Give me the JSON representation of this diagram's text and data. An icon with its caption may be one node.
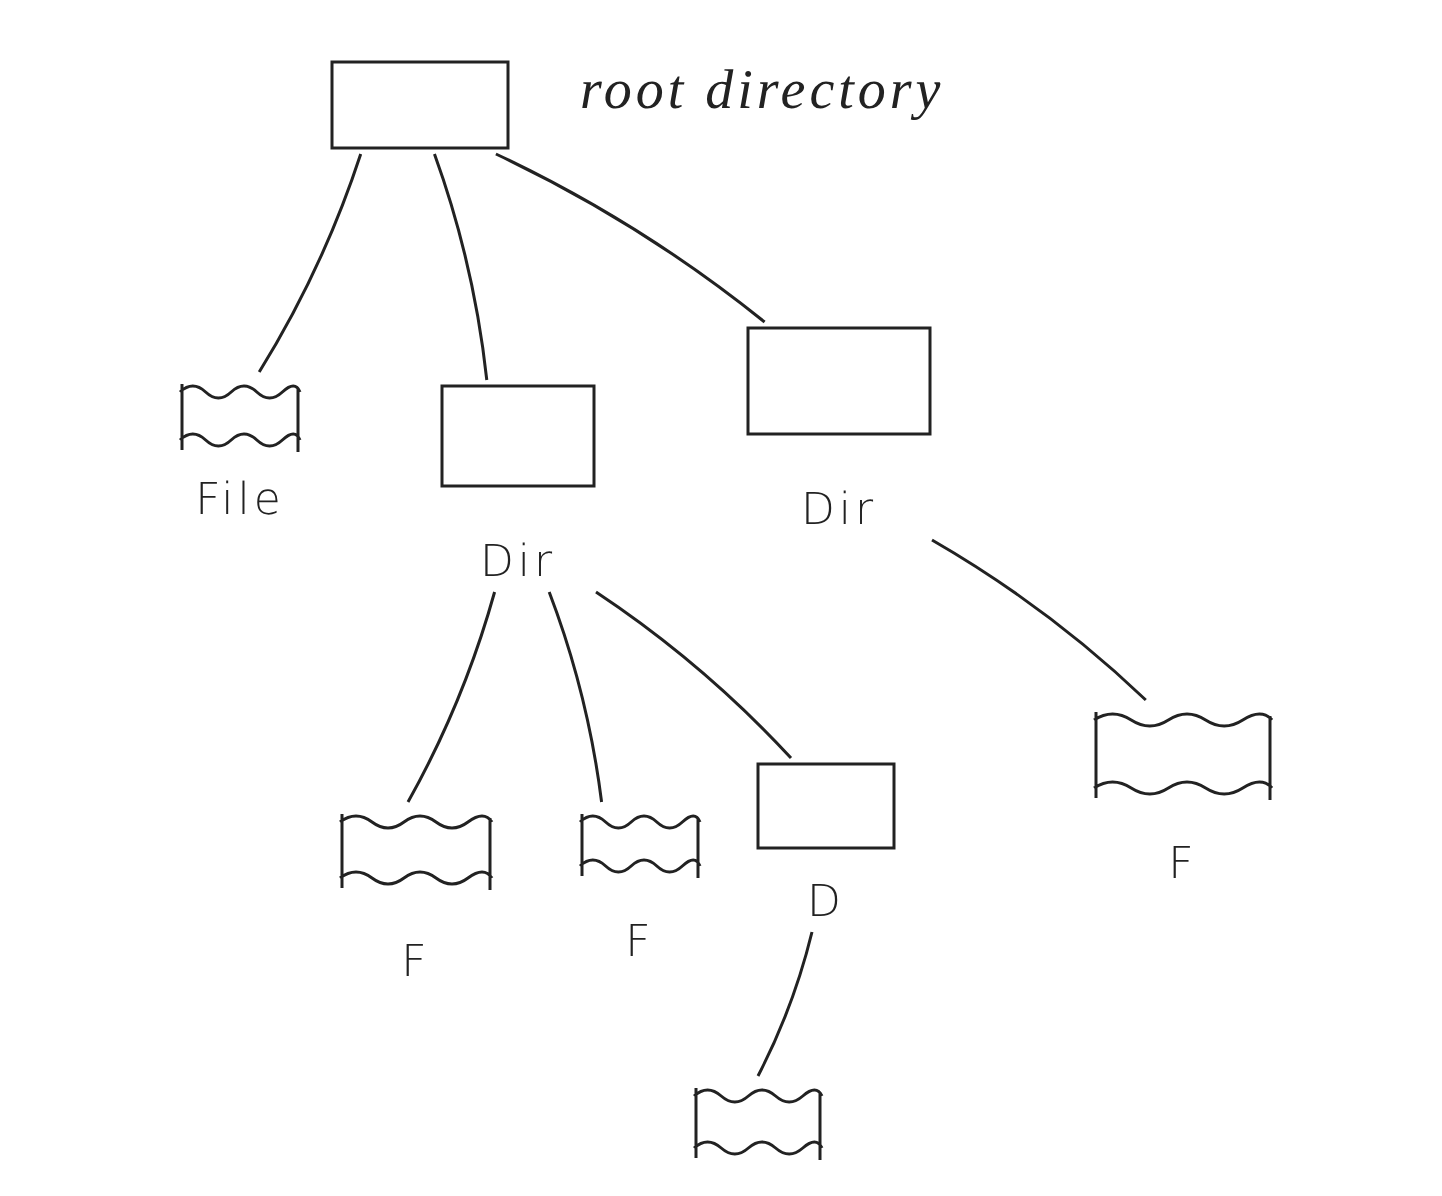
{
  "diagram": {
    "nodes": [
      {
        "text": [
          "root directory"
        ]
      },
      {
        "text": [
          "File"
        ]
      },
      {
        "text": [
          "Dir"
        ]
      },
      {
        "text": [
          "Dir"
        ]
      },
      {
        "text": [
          "F"
        ]
      },
      {
        "text": [
          "F"
        ]
      },
      {
        "text": [
          "D"
        ]
      },
      {
        "text": [
          "F"
        ]
      },
      {
        "text": [],
        "shape": "box"
      }
    ],
    "edges": [
      {
        "from": 0,
        "to": 1,
        "arrow": "none"
      },
      {
        "from": 0,
        "to": 2,
        "arrow": "none"
      },
      {
        "from": 0,
        "to": 3,
        "arrow": "none"
      },
      {
        "from": 2,
        "to": 4,
        "arrow": "none"
      },
      {
        "from": 2,
        "to": 5,
        "arrow": "none"
      },
      {
        "from": 2,
        "to": 6,
        "arrow": "none"
      },
      {
        "from": 3,
        "to": 7,
        "arrow": "none"
      },
      {
        "from": 6,
        "to": 8,
        "arrow": "none"
      }
    ]
  }
}
